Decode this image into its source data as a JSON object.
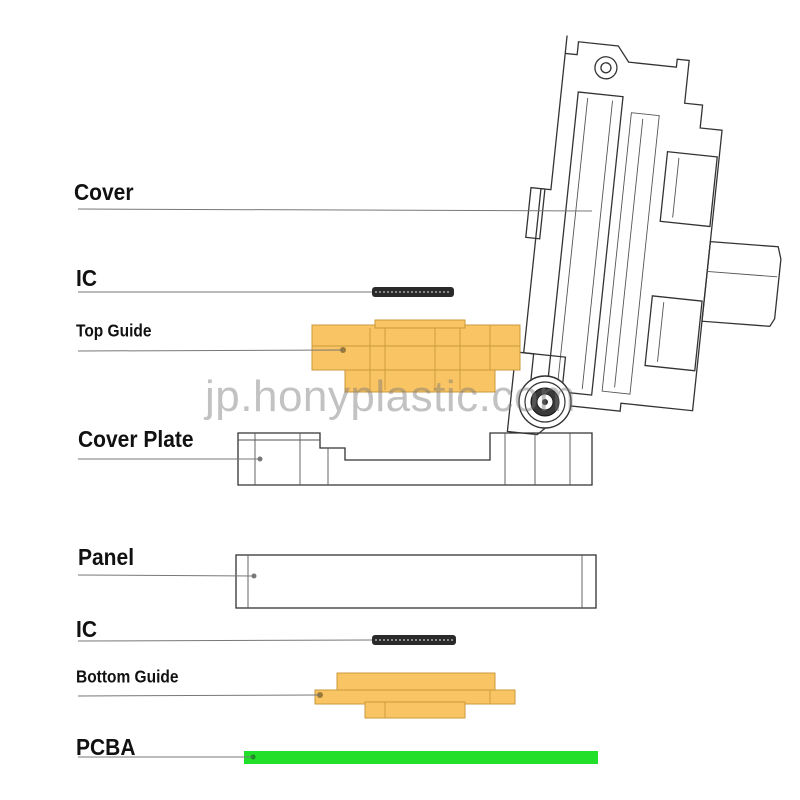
{
  "labels": {
    "cover": "Cover",
    "ic_top": "IC",
    "top_guide": "Top Guide",
    "cover_plate": "Cover Plate",
    "panel": "Panel",
    "ic_bottom": "IC",
    "bottom_guide": "Bottom Guide",
    "pcba": "PCBA"
  },
  "watermark": "jp.honyplastic.com",
  "colors": {
    "guide_fill": "#f9c463",
    "guide_stroke": "#c99a3c",
    "pcba": "#22e02a",
    "ic": "#2a2a2a",
    "line": "#333333"
  }
}
